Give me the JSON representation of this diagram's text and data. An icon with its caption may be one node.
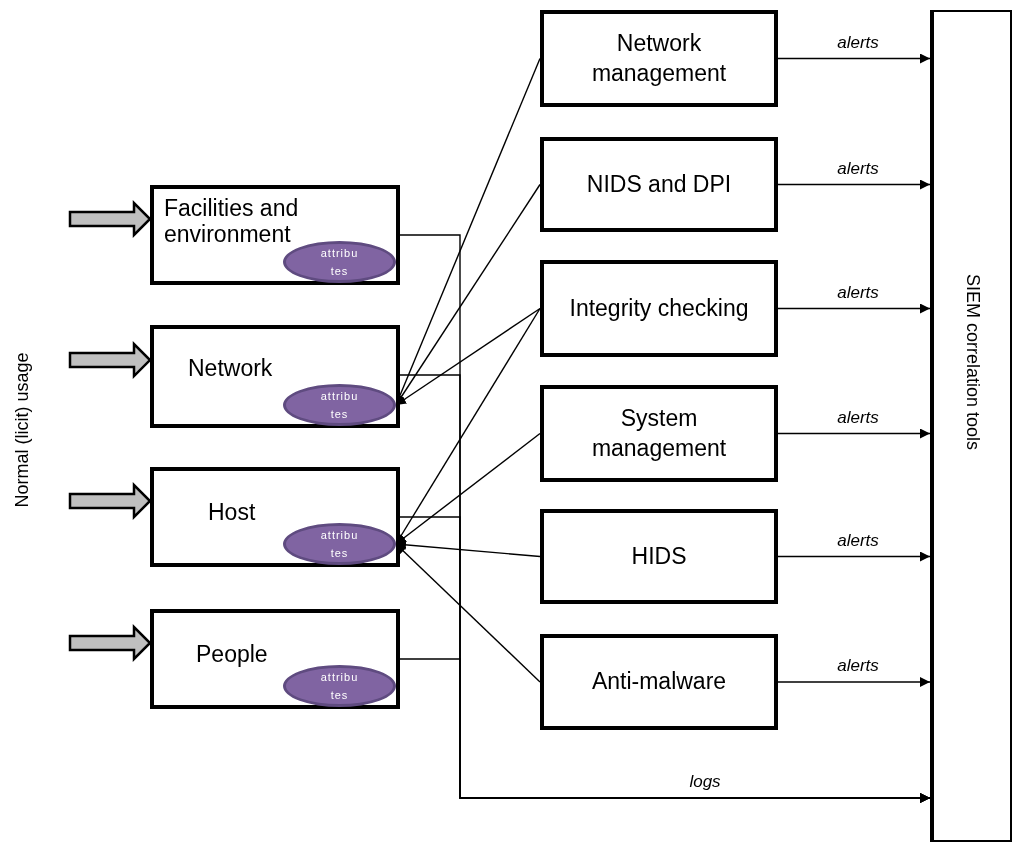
{
  "diagram": {
    "nodes": [
      {
        "text": [
          "Facilities and environment"
        ]
      },
      {
        "text": [
          "attributes"
        ],
        "in": 0
      },
      {
        "text": [
          "Network"
        ]
      },
      {
        "text": [
          "attributes"
        ],
        "in": 2
      },
      {
        "text": [
          "Host"
        ]
      },
      {
        "text": [
          "attributes"
        ],
        "in": 4
      },
      {
        "text": [
          "People"
        ]
      },
      {
        "text": [
          "attributes"
        ],
        "in": 6
      },
      {
        "text": [
          "Network management"
        ]
      },
      {
        "text": [
          "NIDS and DPI"
        ]
      },
      {
        "text": [
          "Integrity checking"
        ]
      },
      {
        "text": [
          "System management"
        ]
      },
      {
        "text": [
          "HIDS"
        ]
      },
      {
        "text": [
          "Anti-malware"
        ]
      },
      {
        "text": [
          "SIEM correlation tools"
        ]
      }
    ],
    "edges": [
      {
        "from": null,
        "to": 0,
        "arrow": "to",
        "style": "thick",
        "color": "#bfbfbf"
      },
      {
        "from": null,
        "to": 2,
        "arrow": "to",
        "style": "thick",
        "color": "#bfbfbf"
      },
      {
        "from": null,
        "to": 4,
        "arrow": "to",
        "style": "thick",
        "color": "#bfbfbf"
      },
      {
        "from": null,
        "to": 6,
        "arrow": "to",
        "style": "thick",
        "color": "#bfbfbf"
      },
      {
        "from": 8,
        "to": 3,
        "arrow": "to"
      },
      {
        "from": 9,
        "to": 3,
        "arrow": "to"
      },
      {
        "from": 10,
        "to": 3,
        "arrow": "to"
      },
      {
        "from": 10,
        "to": 5,
        "arrow": "to"
      },
      {
        "from": 11,
        "to": 5,
        "arrow": "to"
      },
      {
        "from": 12,
        "to": 5,
        "arrow": "to"
      },
      {
        "from": 13,
        "to": 5,
        "arrow": "to"
      },
      {
        "from": 8,
        "to": 14,
        "arrow": "to",
        "label": "alerts"
      },
      {
        "from": 9,
        "to": 14,
        "arrow": "to",
        "label": "alerts"
      },
      {
        "from": 10,
        "to": 14,
        "arrow": "to",
        "label": "alerts"
      },
      {
        "from": 11,
        "to": 14,
        "arrow": "to",
        "label": "alerts"
      },
      {
        "from": 12,
        "to": 14,
        "arrow": "to",
        "label": "alerts"
      },
      {
        "from": 13,
        "to": 14,
        "arrow": "to",
        "label": "alerts"
      },
      {
        "from": 0,
        "to": 14,
        "arrow": "to"
      },
      {
        "from": 2,
        "to": 14,
        "arrow": "to"
      },
      {
        "from": 4,
        "to": 14,
        "arrow": "to"
      },
      {
        "from": 6,
        "to": 14,
        "arrow": "to",
        "label": "logs"
      }
    ],
    "labels": [
      "Normal (licit) usage"
    ]
  }
}
